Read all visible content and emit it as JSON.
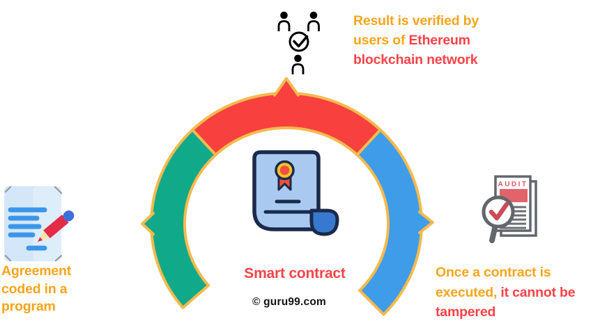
{
  "colors": {
    "arc_green": "#10A98A",
    "arc_red": "#F8403E",
    "arc_blue": "#3E9CE9",
    "arc_outline": "#F5BA4E",
    "text_orange": "#F9A51C",
    "text_red": "#FB4349"
  },
  "annotations": {
    "top": {
      "line1": "Result is verified by",
      "line2_part1": "users of ",
      "line2_part2": "Ethereum",
      "line3": "blockchain network"
    },
    "left": {
      "line1": "Agreement",
      "line2": "coded in a",
      "line3": "program"
    },
    "right": {
      "line1": "Once a contract is",
      "line2_part1": "executed, ",
      "line2_part2": "it cannot be",
      "line3": "tampered"
    },
    "center_label": "Smart contract"
  },
  "watermark": "© guru99.com",
  "audit_icon_text": "AUDIT",
  "icons": {
    "top": "users-verification-icon",
    "left": "agreement-document-pencil-icon",
    "center": "smart-contract-scroll-icon",
    "right": "audit-magnifier-icon"
  }
}
